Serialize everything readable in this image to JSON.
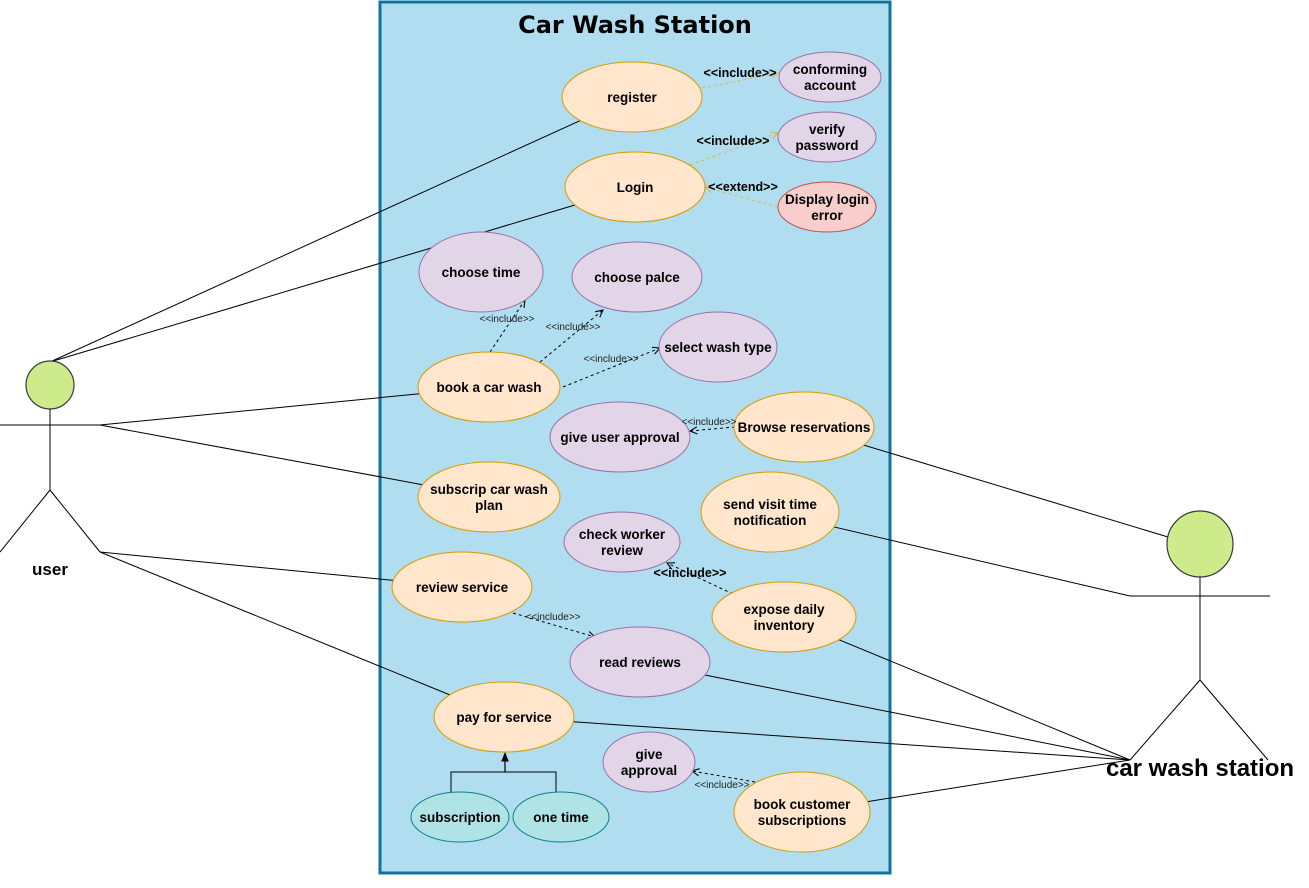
{
  "diagram": {
    "title": "Car Wash Station",
    "colors": {
      "system_fill": "#b1ddf0",
      "system_border": "#10739e",
      "peach": "#ffe6cc",
      "peach_border": "#d79b00",
      "lavender": "#e1d5e7",
      "lavender_border": "#9673a6",
      "red": "#f8cecc",
      "red_border": "#b85450",
      "teal": "#b0e3e6",
      "teal_border": "#0e8088",
      "actor_head": "#cdeb8b",
      "actor_head_border": "#36393d"
    },
    "actors": [
      {
        "id": "user",
        "label": "user"
      },
      {
        "id": "station",
        "label": "car wash station"
      }
    ],
    "use_cases": [
      {
        "id": "register",
        "lines": [
          "register"
        ],
        "style": "peach"
      },
      {
        "id": "conforming",
        "lines": [
          "conforming",
          "account"
        ],
        "style": "lavender"
      },
      {
        "id": "login",
        "lines": [
          "Login"
        ],
        "style": "peach"
      },
      {
        "id": "verify",
        "lines": [
          "verify",
          "password"
        ],
        "style": "lavender"
      },
      {
        "id": "loginerror",
        "lines": [
          "Display login",
          "error"
        ],
        "style": "red"
      },
      {
        "id": "choosetime",
        "lines": [
          "choose time"
        ],
        "style": "lavender"
      },
      {
        "id": "chooseplace",
        "lines": [
          "choose palce"
        ],
        "style": "lavender"
      },
      {
        "id": "washtype",
        "lines": [
          "select wash type"
        ],
        "style": "lavender"
      },
      {
        "id": "book",
        "lines": [
          "book a car wash"
        ],
        "style": "peach"
      },
      {
        "id": "userapproval",
        "lines": [
          "give user approval"
        ],
        "style": "lavender"
      },
      {
        "id": "browse",
        "lines": [
          "Browse reservations"
        ],
        "style": "peach"
      },
      {
        "id": "subscribe",
        "lines": [
          "subscrip car wash",
          "plan"
        ],
        "style": "peach"
      },
      {
        "id": "notify",
        "lines": [
          "send visit time",
          "notification"
        ],
        "style": "peach"
      },
      {
        "id": "checkworker",
        "lines": [
          "check worker",
          "review"
        ],
        "style": "lavender"
      },
      {
        "id": "review",
        "lines": [
          "review service"
        ],
        "style": "peach"
      },
      {
        "id": "inventory",
        "lines": [
          "expose daily",
          "inventory"
        ],
        "style": "peach"
      },
      {
        "id": "readreviews",
        "lines": [
          "read reviews"
        ],
        "style": "lavender"
      },
      {
        "id": "pay",
        "lines": [
          "pay for service"
        ],
        "style": "peach"
      },
      {
        "id": "giveapproval",
        "lines": [
          "give",
          "approval"
        ],
        "style": "lavender"
      },
      {
        "id": "booksubs",
        "lines": [
          "book customer",
          "subscriptions"
        ],
        "style": "peach"
      },
      {
        "id": "subscription",
        "lines": [
          "subscription"
        ],
        "style": "teal"
      },
      {
        "id": "onetime",
        "lines": [
          "one time"
        ],
        "style": "teal"
      }
    ],
    "relations": [
      {
        "from": "register",
        "to": "conforming",
        "label": "<<include>>"
      },
      {
        "from": "login",
        "to": "verify",
        "label": "<<include>>"
      },
      {
        "from": "loginerror",
        "to": "login",
        "label": "<<extend>>"
      },
      {
        "from": "book",
        "to": "choosetime",
        "label": "<<include>>"
      },
      {
        "from": "book",
        "to": "chooseplace",
        "label": "<<include>>"
      },
      {
        "from": "book",
        "to": "washtype",
        "label": "<<include>>"
      },
      {
        "from": "browse",
        "to": "userapproval",
        "label": "<<include>>"
      },
      {
        "from": "inventory",
        "to": "checkworker",
        "label": "<<include>>"
      },
      {
        "from": "review",
        "to": "readreviews",
        "label": "<<include>>"
      },
      {
        "from": "booksubs",
        "to": "giveapproval",
        "label": "<<include>>"
      }
    ],
    "generalizations": [
      {
        "parent": "pay",
        "children": [
          "subscription",
          "onetime"
        ]
      }
    ],
    "associations": [
      {
        "actor": "user",
        "use_case": "register"
      },
      {
        "actor": "user",
        "use_case": "login"
      },
      {
        "actor": "user",
        "use_case": "book"
      },
      {
        "actor": "user",
        "use_case": "subscribe"
      },
      {
        "actor": "user",
        "use_case": "review"
      },
      {
        "actor": "user",
        "use_case": "pay"
      },
      {
        "actor": "station",
        "use_case": "browse"
      },
      {
        "actor": "station",
        "use_case": "notify"
      },
      {
        "actor": "station",
        "use_case": "inventory"
      },
      {
        "actor": "station",
        "use_case": "readreviews"
      },
      {
        "actor": "station",
        "use_case": "pay"
      },
      {
        "actor": "station",
        "use_case": "booksubs"
      }
    ]
  }
}
